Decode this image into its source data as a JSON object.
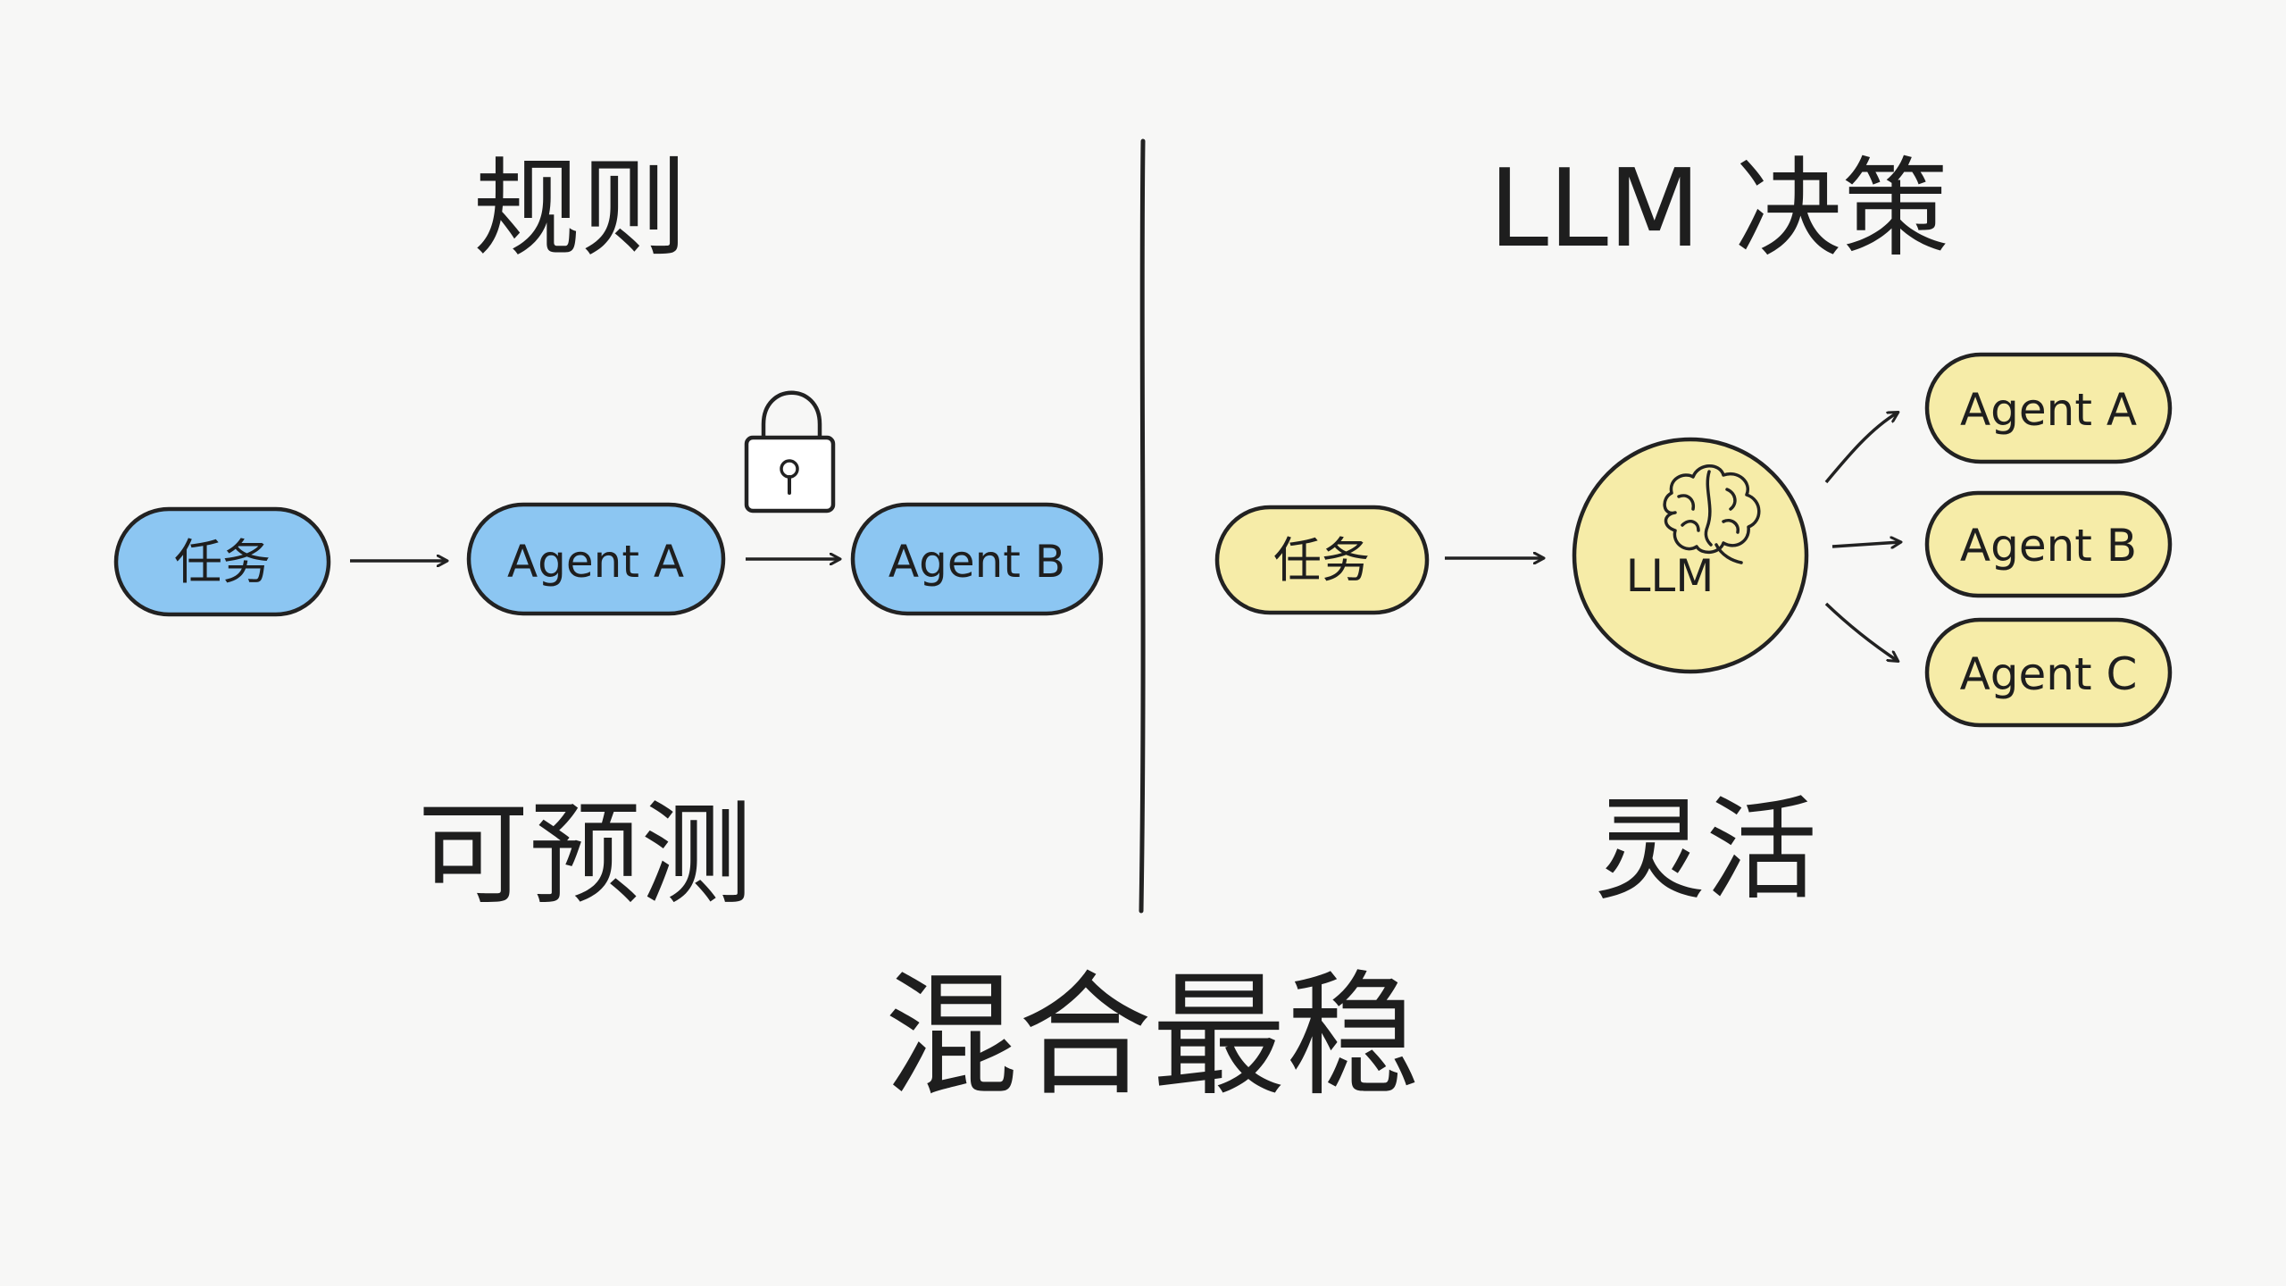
{
  "left": {
    "heading": "规则",
    "caption": "可预测",
    "nodes": {
      "task": "任务",
      "agent_a": "Agent A",
      "agent_b": "Agent B"
    },
    "color": "#8cc6f2"
  },
  "right": {
    "heading": "LLM 决策",
    "caption": "灵活",
    "nodes": {
      "task": "任务",
      "llm": "LLM",
      "agent_a": "Agent A",
      "agent_b": "Agent B",
      "agent_c": "Agent C"
    },
    "color": "#f6eca8"
  },
  "bottom": {
    "conclusion": "混合最稳"
  },
  "icons": {
    "lock": "lock-icon",
    "brain": "brain-icon"
  }
}
